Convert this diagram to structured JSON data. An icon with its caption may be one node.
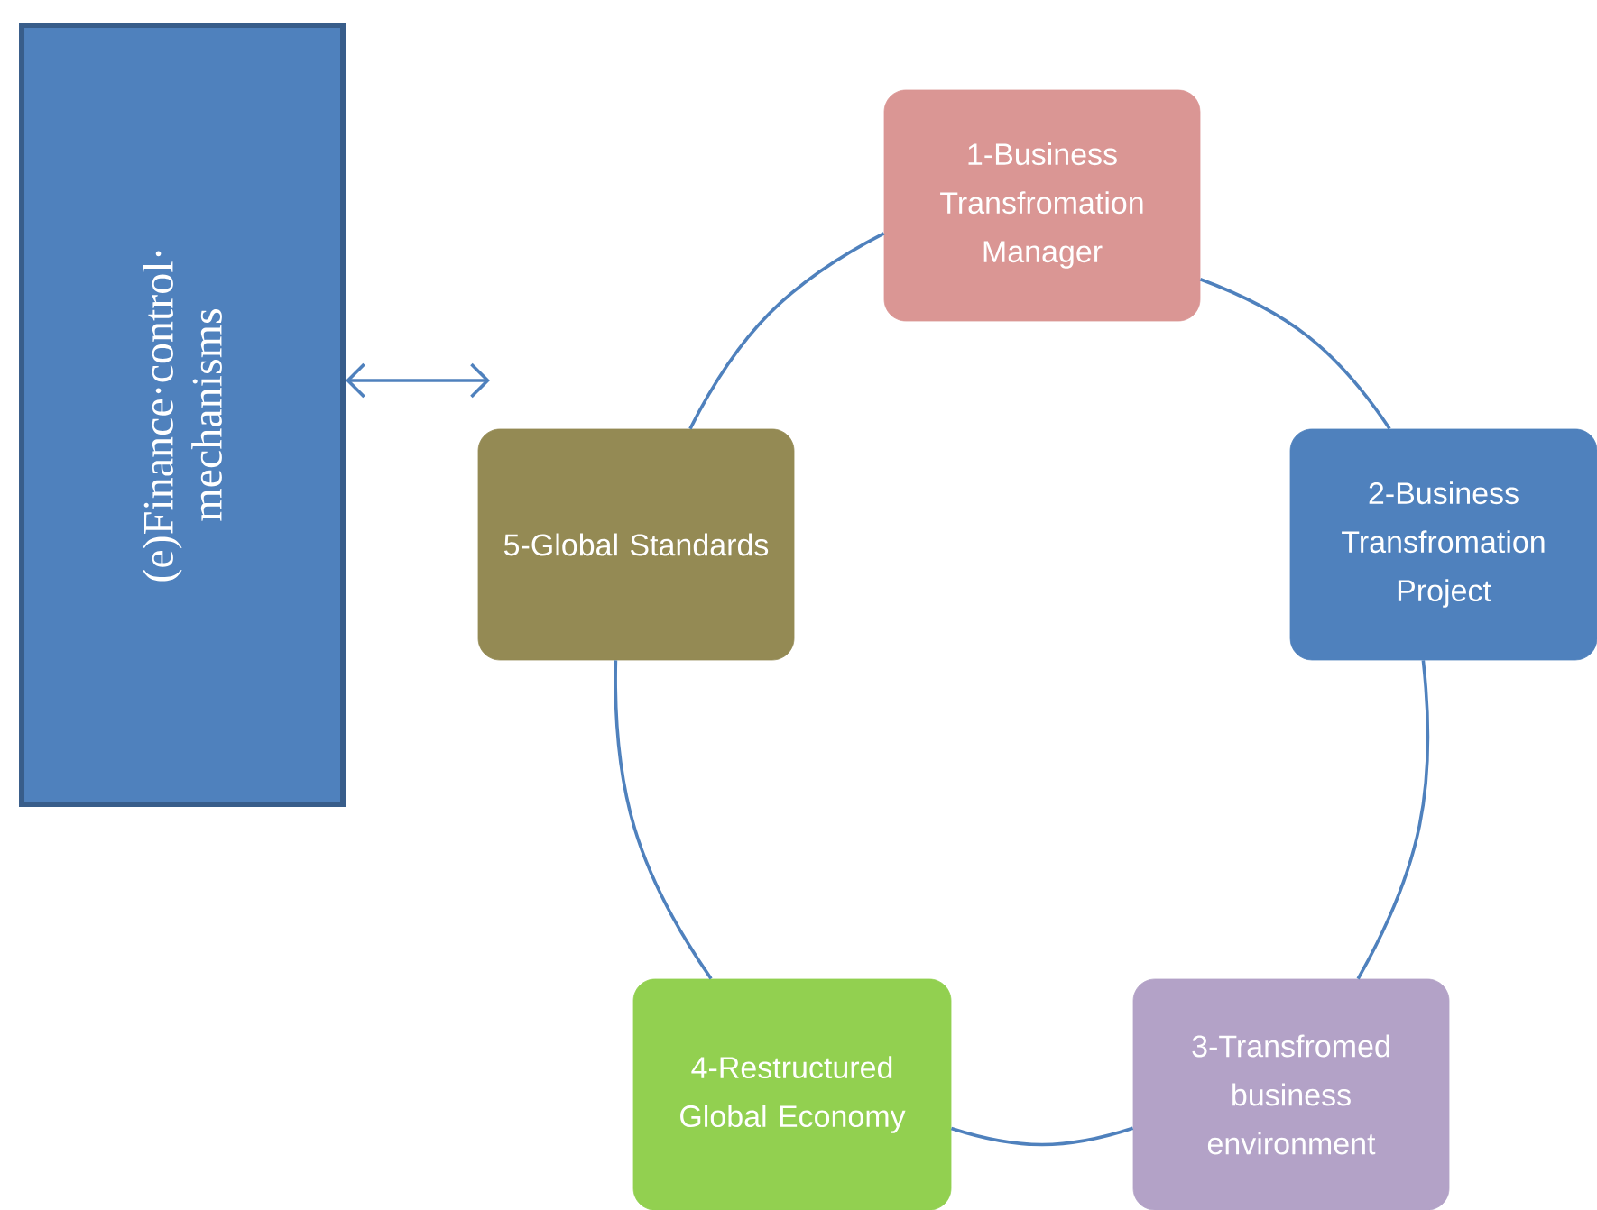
{
  "diagram": {
    "nodes": [
      {
        "text": [
          "(e)Finance·control· mechanisms"
        ]
      },
      {
        "text": [
          "1-Business Transfromation Manager"
        ]
      },
      {
        "text": [
          "2-Business Transfromation Project"
        ]
      },
      {
        "text": [
          "3-Transfromed business environment"
        ]
      },
      {
        "text": [
          "4-Restructured Global Economy"
        ]
      },
      {
        "text": [
          "5-Global Standards"
        ]
      }
    ],
    "edges": [
      {
        "from": 0,
        "to": null,
        "arrow": "both"
      },
      {
        "from": 1,
        "to": 2,
        "arrow": "none"
      },
      {
        "from": 2,
        "to": 3,
        "arrow": "none"
      },
      {
        "from": 3,
        "to": 4,
        "arrow": "none"
      },
      {
        "from": 4,
        "to": 5,
        "arrow": "none"
      },
      {
        "from": 5,
        "to": 1,
        "arrow": "none"
      }
    ]
  }
}
